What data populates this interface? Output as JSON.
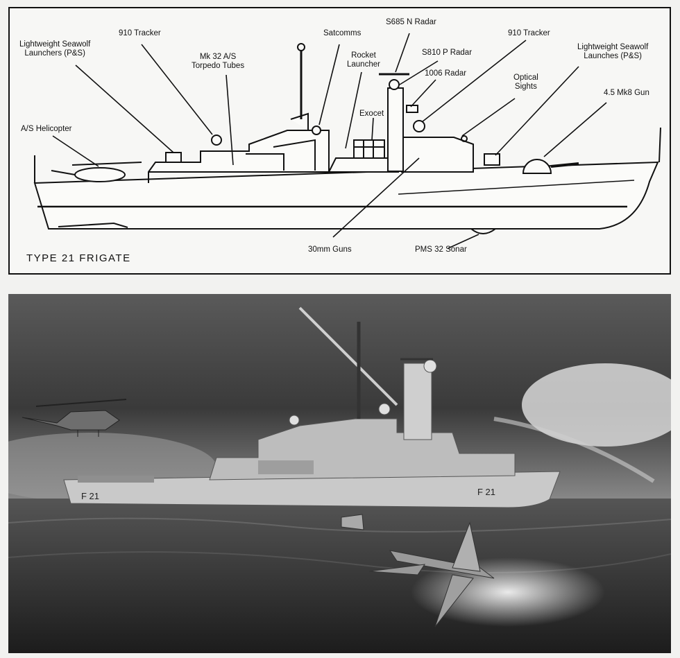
{
  "diagram": {
    "title": "TYPE 21 FRIGATE",
    "labels": {
      "seawolf_aft": "Lightweight Seawolf\nLaunchers (P&S)",
      "tracker_aft": "910 Tracker",
      "torpedo": "Mk 32 A/S\nTorpedo Tubes",
      "satcomms": "Satcomms",
      "rocket": "Rocket\nLauncher",
      "s685": "S685 N Radar",
      "s810": "S810 P Radar",
      "r1006": "1006 Radar",
      "tracker_fwd": "910 Tracker",
      "seawolf_fwd": "Lightweight Seawolf\nLaunches (P&S)",
      "optical": "Optical\nSights",
      "exocet": "Exocet",
      "gun": "4.5 Mk8 Gun",
      "helicopter": "A/S Helicopter",
      "guns30": "30mm Guns",
      "sonar": "PMS 32 Sonar"
    }
  },
  "painting": {
    "hull_marking": "F 21"
  },
  "colors": {
    "ink": "#111111",
    "paper": "#f7f7f5",
    "sky_dark": "#3e3e3e",
    "sea": "#2a2a2a"
  }
}
